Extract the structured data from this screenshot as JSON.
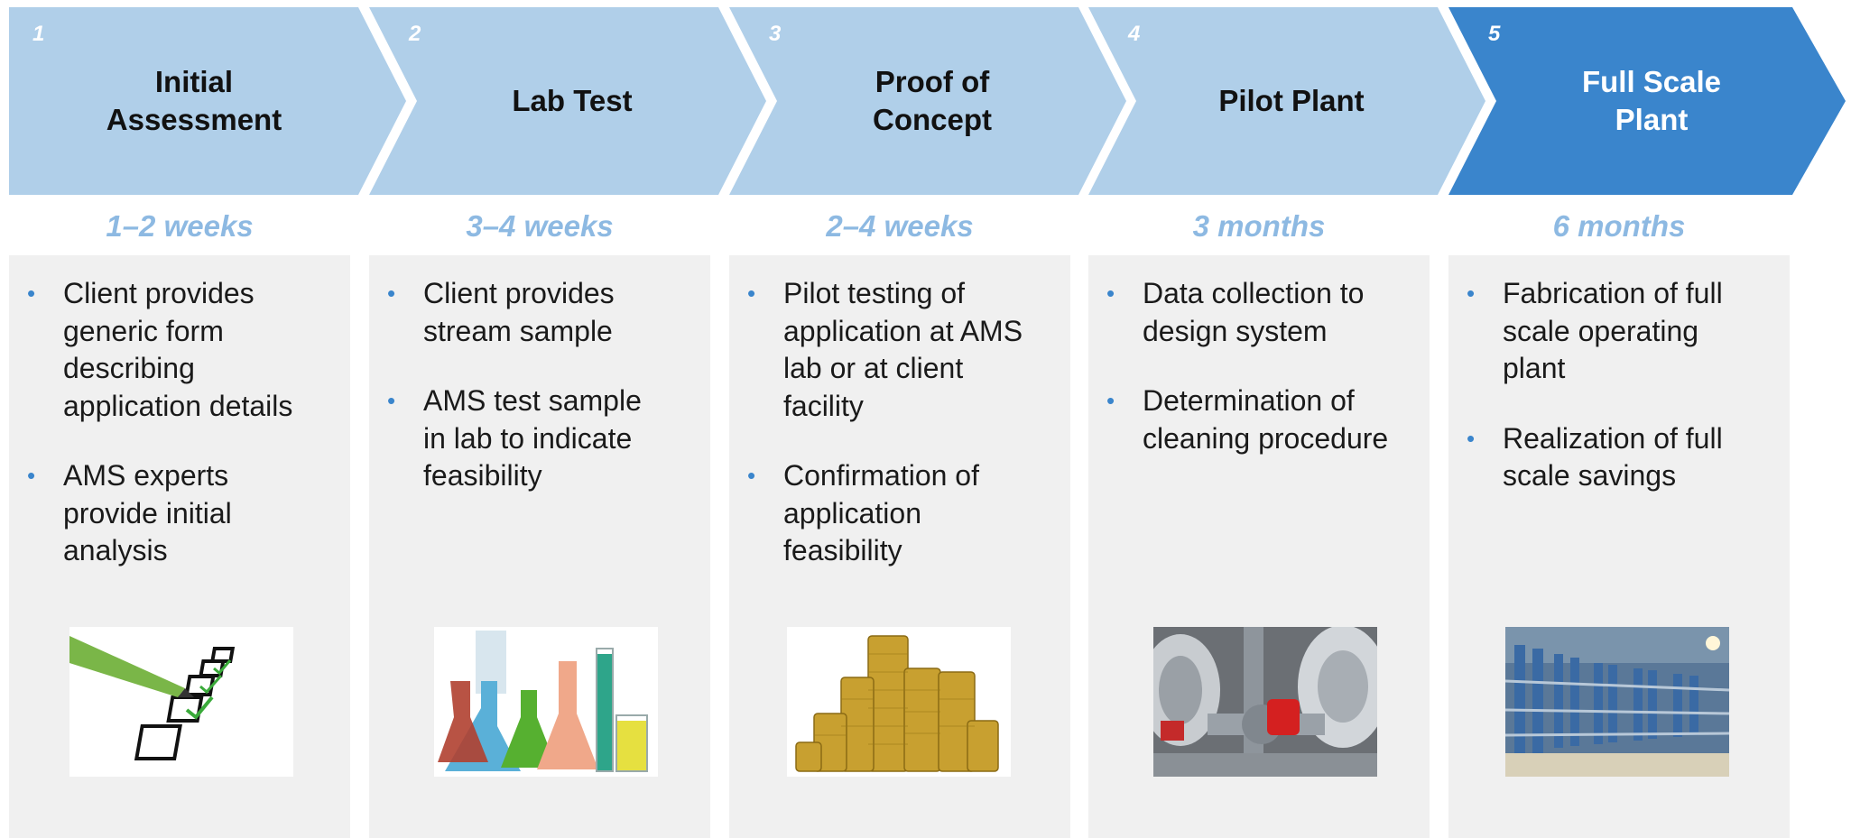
{
  "colors": {
    "chevron": "#b0cfe9",
    "chevron_active": "#3a85cc",
    "duration": "#8db9e2",
    "panel": "#f0f0f0",
    "bullet": "#3a85cc"
  },
  "steps": [
    {
      "number": "1",
      "title": "Initial\nAssessment",
      "duration": "1–2 weeks",
      "bullets": [
        "Client provides\ngeneric form\ndescribing\napplication details",
        "AMS experts\nprovide initial\nanalysis"
      ],
      "image_icon": "checklist-icon"
    },
    {
      "number": "2",
      "title": "Lab Test",
      "duration": "3–4 weeks",
      "bullets": [
        "Client provides\nstream sample",
        "AMS test sample\nin lab to indicate\nfeasibility"
      ],
      "image_icon": "lab-flasks-icon"
    },
    {
      "number": "3",
      "title": "Proof of\nConcept",
      "duration": "2–4 weeks",
      "bullets": [
        "Pilot testing of\napplication at AMS\nlab or at client\nfacility",
        "Confirmation of\napplication\nfeasibility"
      ],
      "image_icon": "gold-coins-icon"
    },
    {
      "number": "4",
      "title": "Pilot Plant",
      "duration": "3 months",
      "bullets": [
        "Data collection to\ndesign system",
        "Determination of\ncleaning procedure"
      ],
      "image_icon": "pilot-pipes-icon"
    },
    {
      "number": "5",
      "title": "Full Scale\nPlant",
      "duration": "6 months",
      "bullets": [
        "Fabrication of full\nscale operating\nplant",
        "Realization of full\nscale savings"
      ],
      "image_icon": "industrial-plant-icon"
    }
  ]
}
